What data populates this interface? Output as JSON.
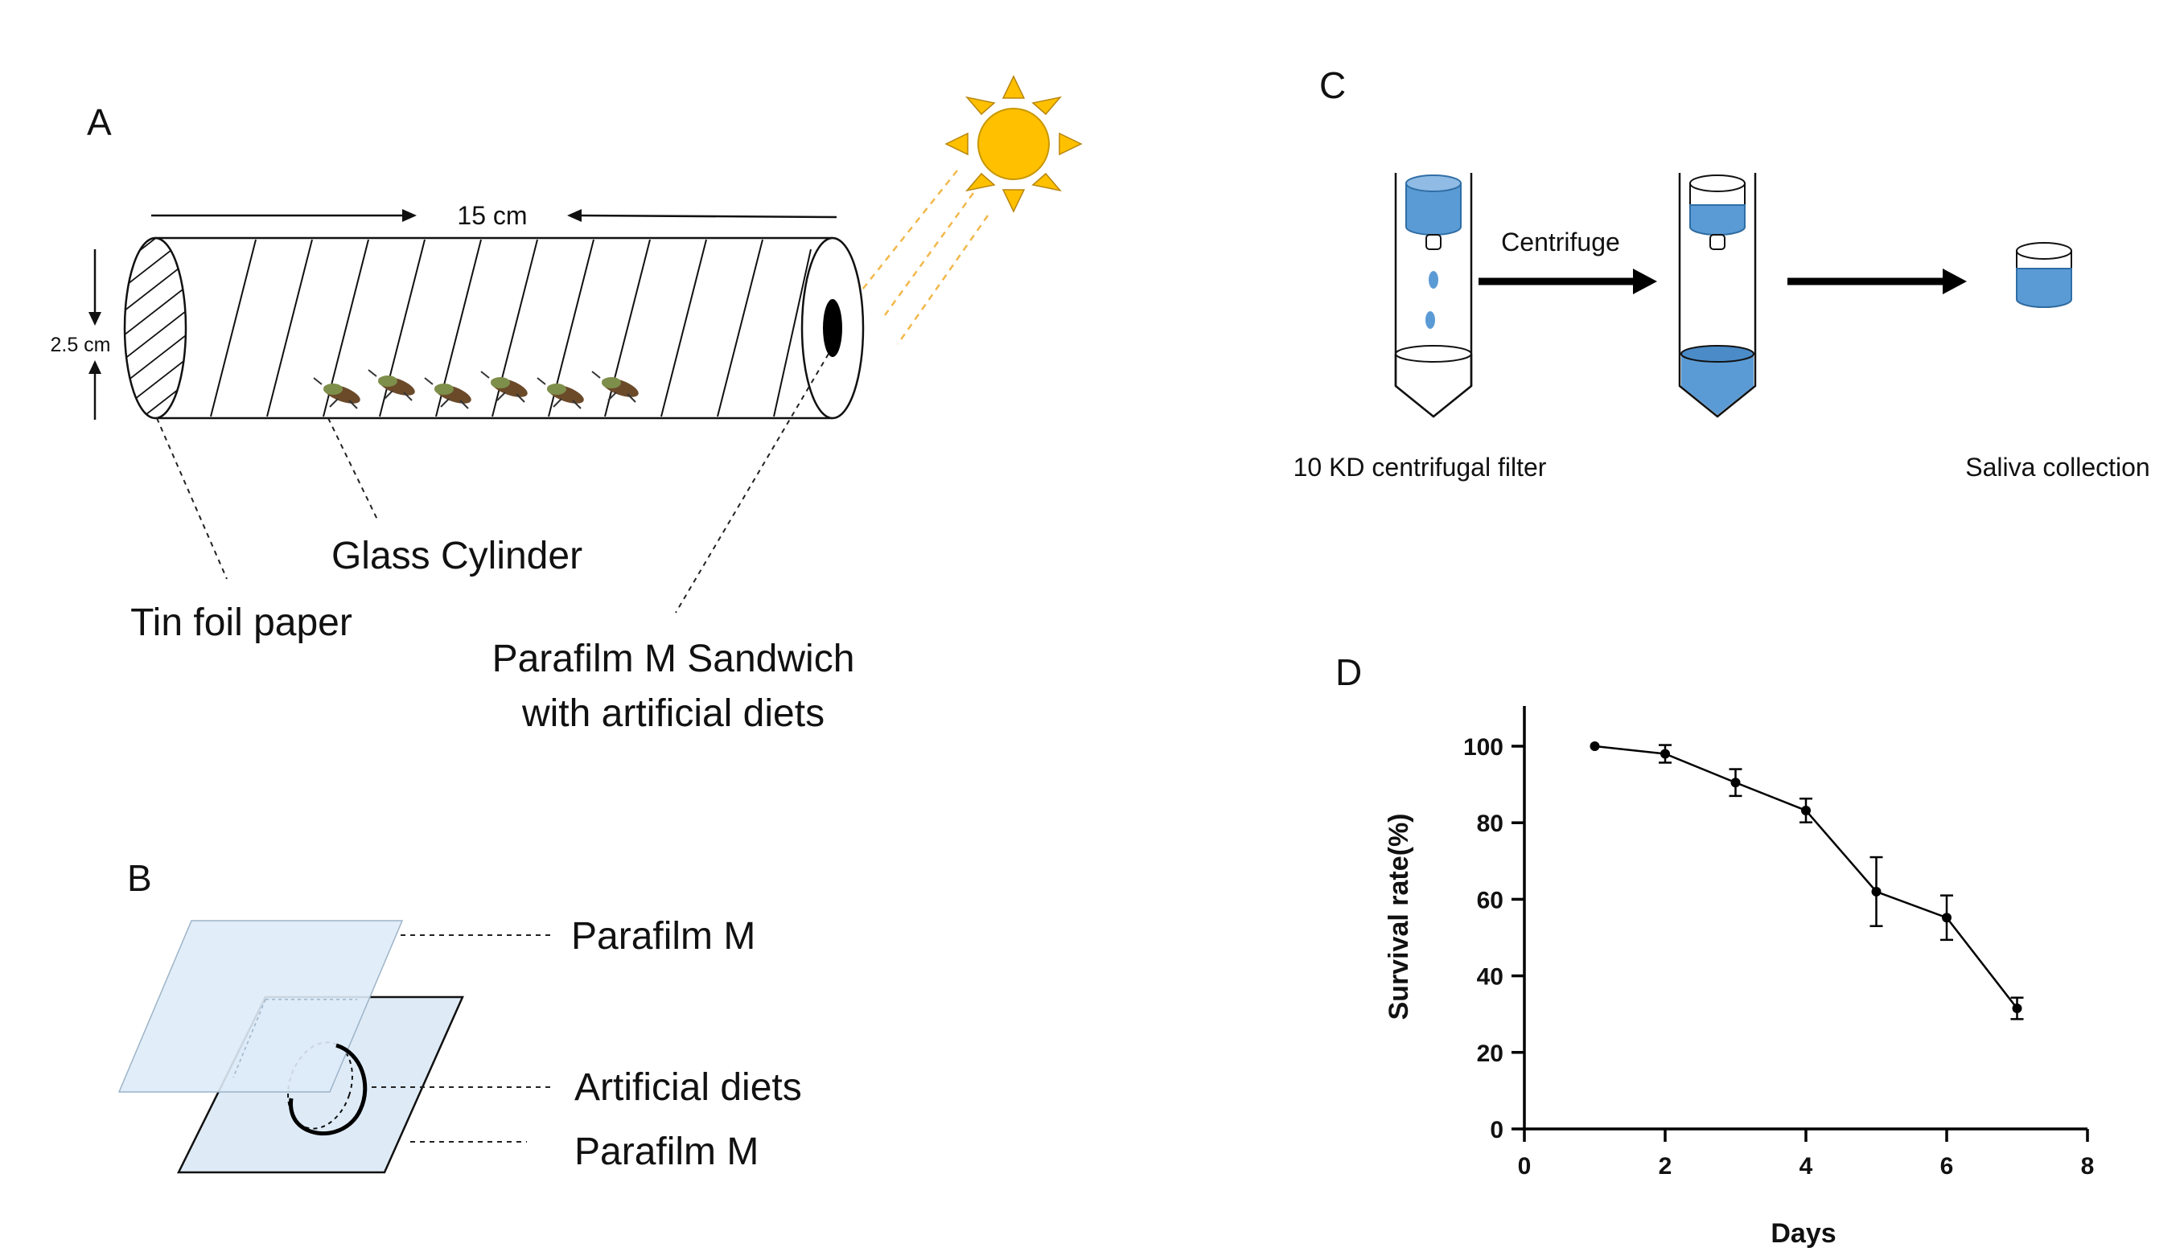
{
  "panels": {
    "a": "A",
    "b": "B",
    "c": "C",
    "d": "D"
  },
  "panel_a": {
    "length_label": "15 cm",
    "diameter_label": "2.5 cm",
    "glass_label": "Glass Cylinder",
    "tin_label": "Tin foil paper",
    "sandwich_line1": "Parafilm M Sandwich",
    "sandwich_line2": "with artificial diets",
    "sun_color": "#FFC000",
    "sun_ray_color": "#F2B84B"
  },
  "panel_b": {
    "top_label": "Parafilm M",
    "middle_label": "Artificial diets",
    "bottom_label": "Parafilm M",
    "film_color": "#DEEBF7"
  },
  "panel_c": {
    "step_label": "Centrifuge",
    "filter_label": "10 KD centrifugal filter",
    "collection_label": "Saliva collection",
    "liquid_color": "#5B9BD5"
  },
  "chart_data": {
    "type": "line",
    "xlabel": "Days",
    "ylabel": "Survival rate(%)",
    "xlim": [
      0,
      8
    ],
    "ylim": [
      0,
      100
    ],
    "xticks": [
      0,
      2,
      4,
      6,
      8
    ],
    "yticks": [
      0,
      20,
      40,
      60,
      80,
      100
    ],
    "x": [
      1,
      2,
      3,
      4,
      5,
      6,
      7
    ],
    "y": [
      100,
      98,
      90.5,
      83.2,
      62,
      55.2,
      31.5
    ],
    "error": [
      0,
      2.3,
      3.5,
      3.1,
      9,
      5.8,
      2.8
    ],
    "line_color": "#000000"
  }
}
